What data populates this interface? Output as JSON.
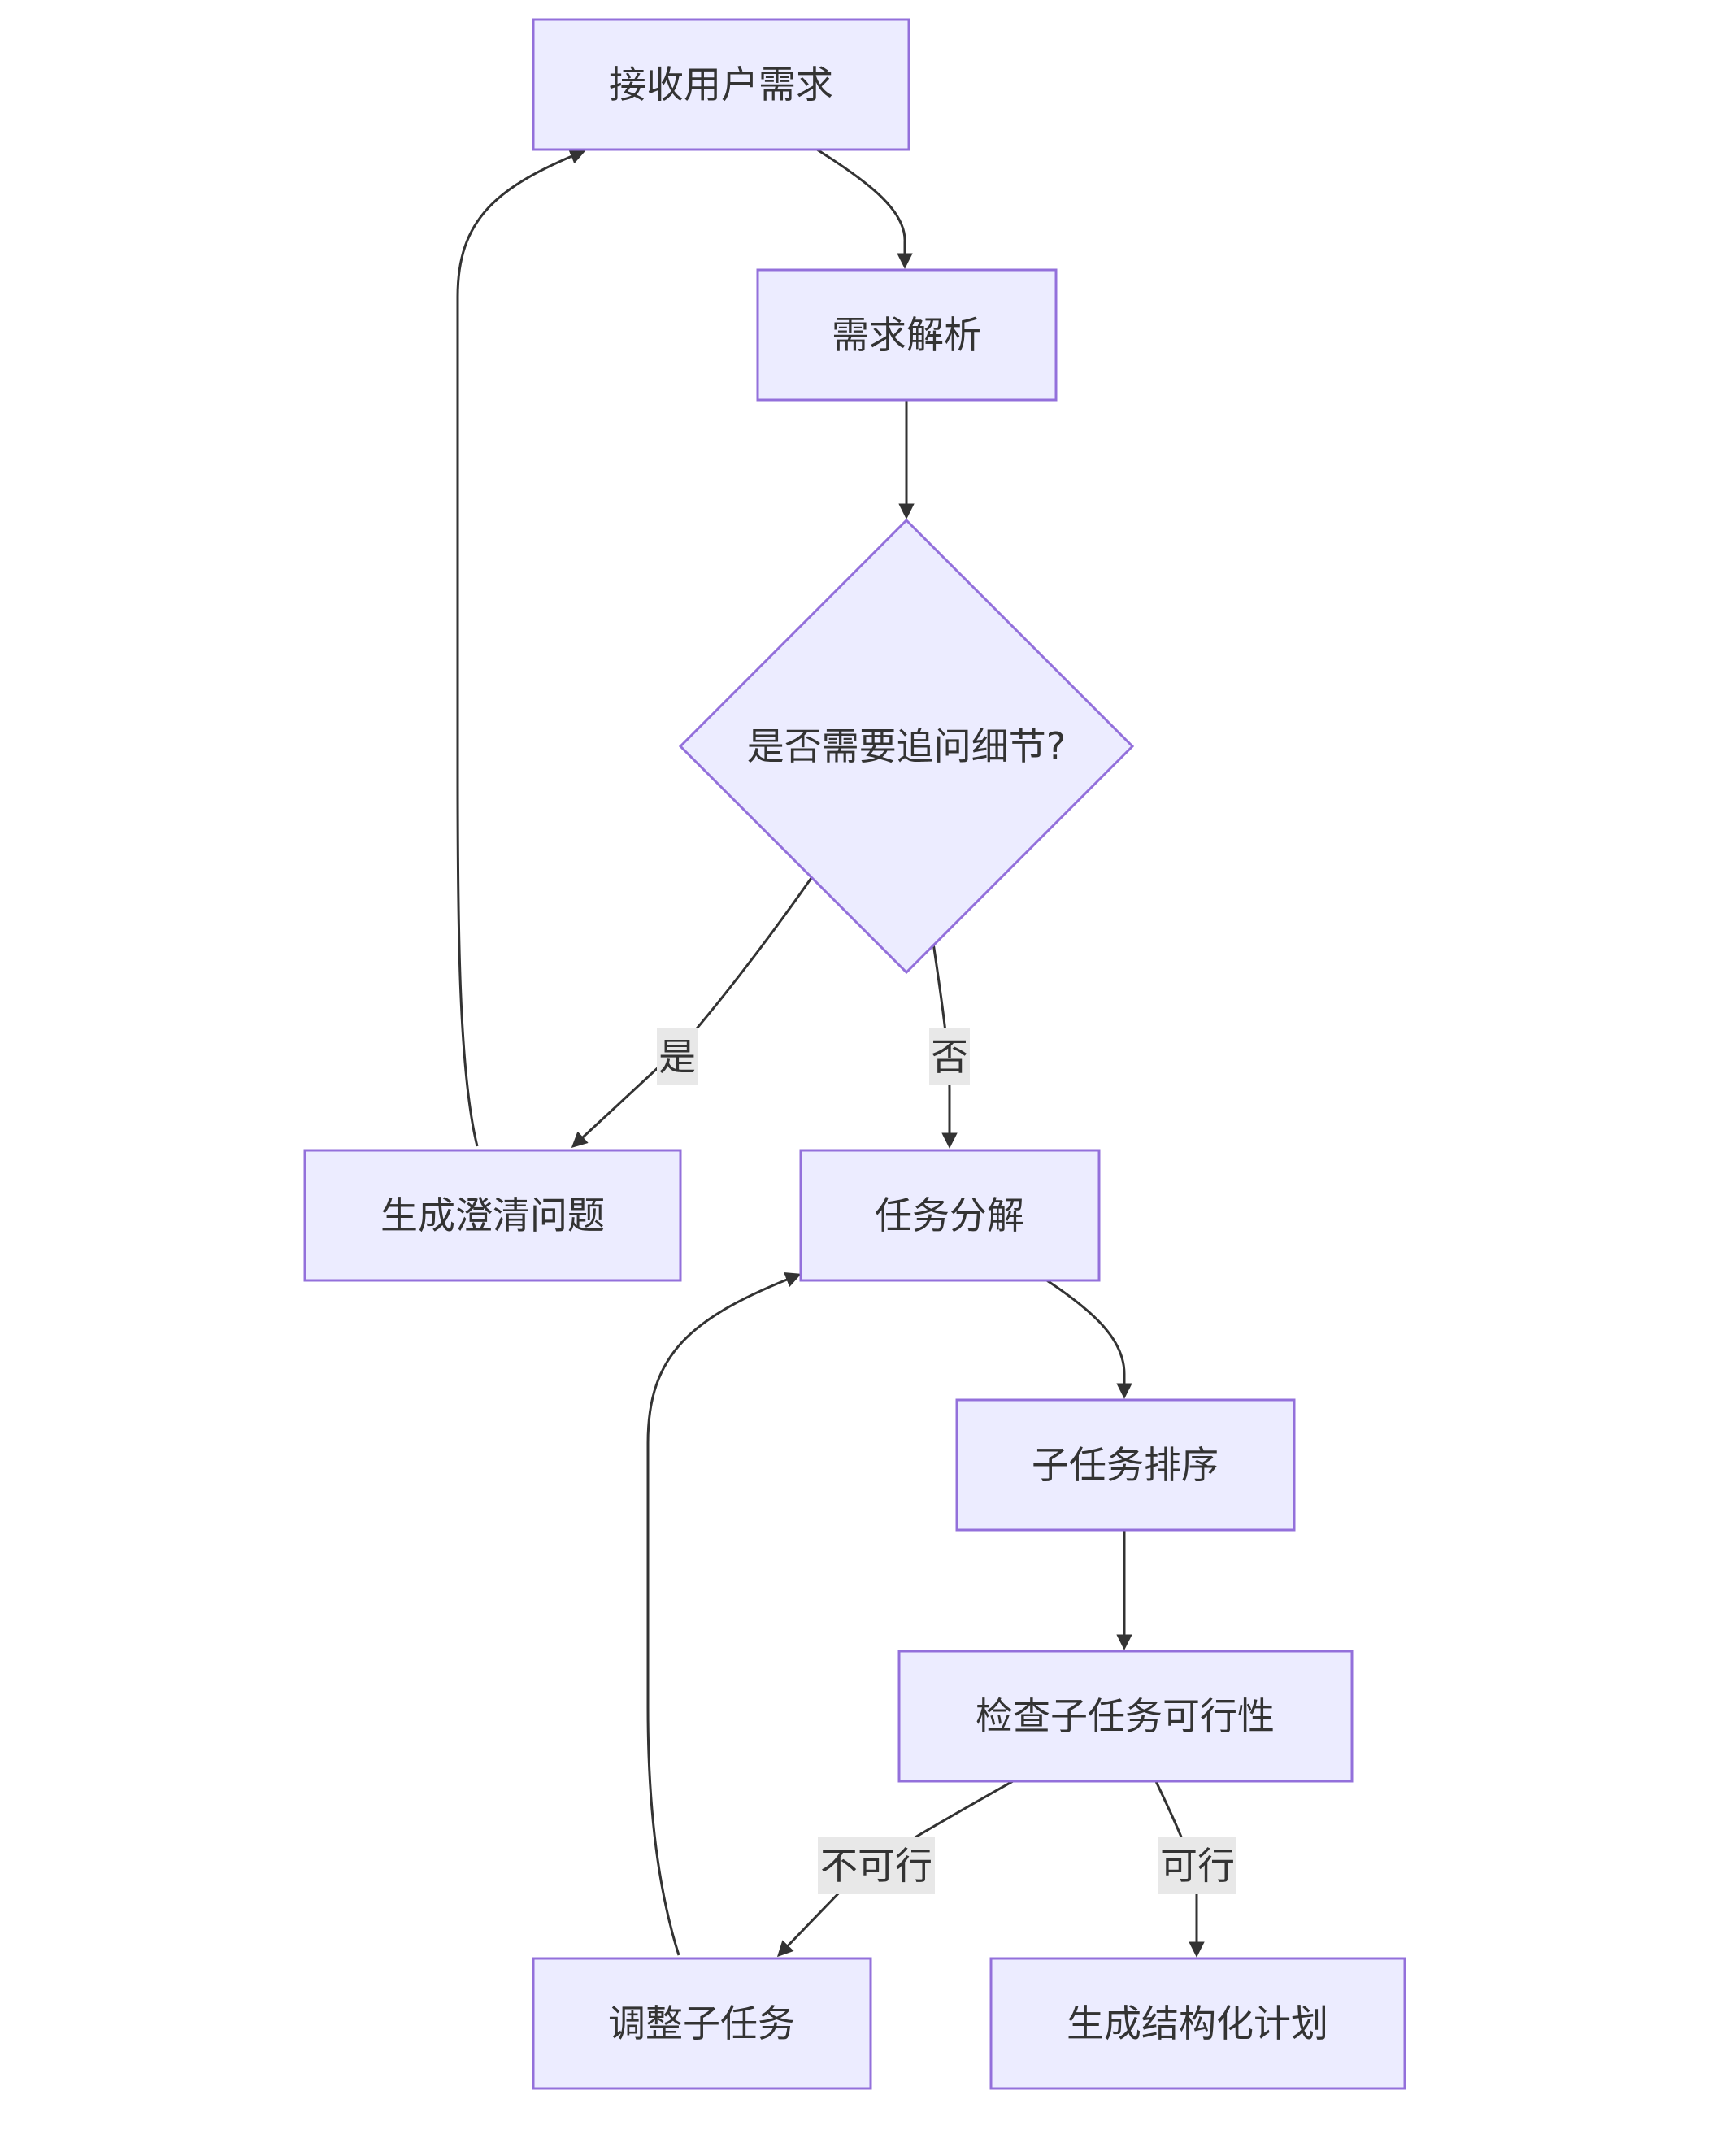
{
  "diagram": {
    "nodes": {
      "receive": "接收用户需求",
      "parse": "需求解析",
      "decision": "是否需要追问细节?",
      "clarify": "生成澄清问题",
      "decompose": "任务分解",
      "sort": "子任务排序",
      "check": "检查子任务可行性",
      "adjust": "调整子任务",
      "plan": "生成结构化计划"
    },
    "edge_labels": {
      "yes": "是",
      "no": "否",
      "infeasible": "不可行",
      "feasible": "可行"
    }
  }
}
